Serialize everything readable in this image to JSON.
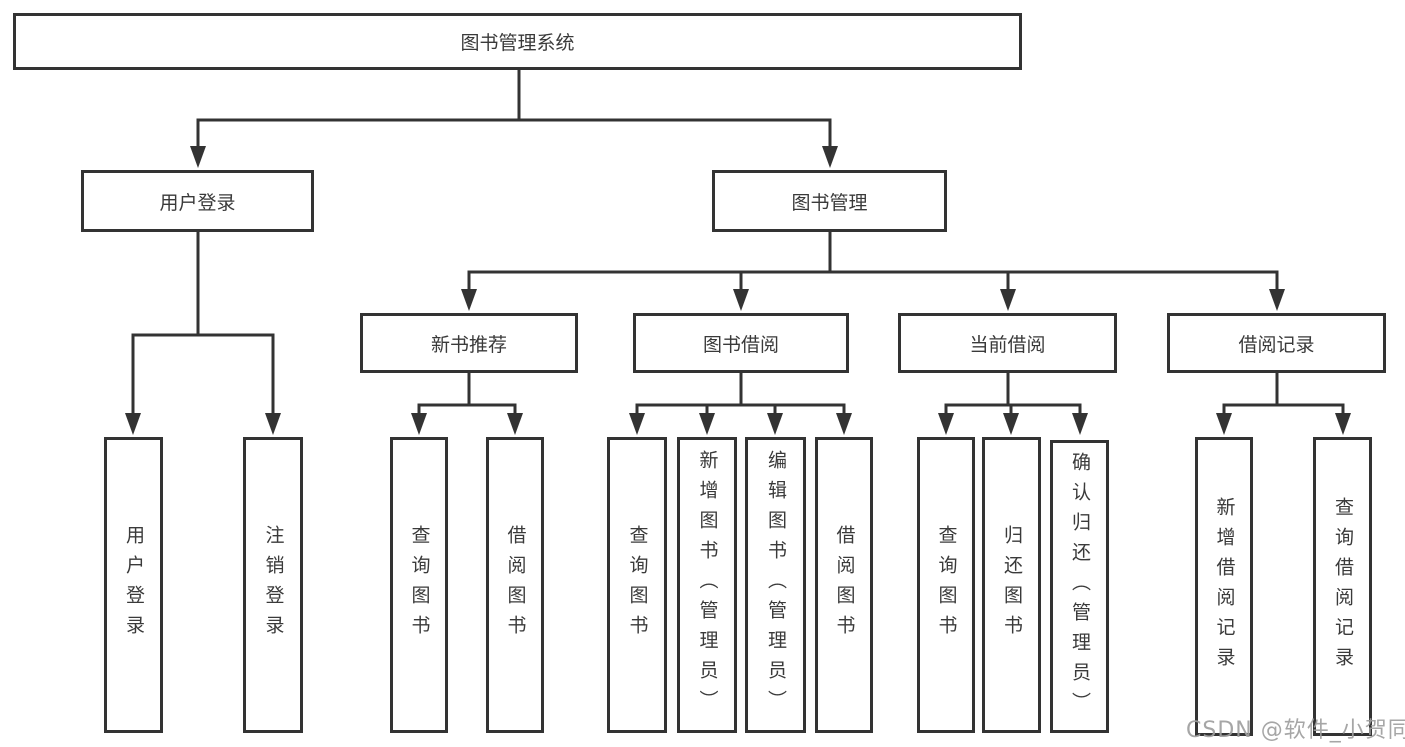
{
  "diagram_title": "图书管理系统",
  "tree": {
    "root": {
      "label": "图书管理系统",
      "children": [
        {
          "label": "用户登录",
          "children": [
            {
              "label": "用户登录"
            },
            {
              "label": "注销登录"
            }
          ]
        },
        {
          "label": "图书管理",
          "children": [
            {
              "label": "新书推荐",
              "children": [
                {
                  "label": "查询图书"
                },
                {
                  "label": "借阅图书"
                }
              ]
            },
            {
              "label": "图书借阅",
              "children": [
                {
                  "label": "查询图书"
                },
                {
                  "label": "新增图书（管理员）"
                },
                {
                  "label": "编辑图书（管理员）"
                },
                {
                  "label": "借阅图书"
                }
              ]
            },
            {
              "label": "当前借阅",
              "children": [
                {
                  "label": "查询图书"
                },
                {
                  "label": "归还图书"
                },
                {
                  "label": "确认归还（管理员）"
                }
              ]
            },
            {
              "label": "借阅记录",
              "children": [
                {
                  "label": "新增借阅记录"
                },
                {
                  "label": "查询借阅记录"
                }
              ]
            }
          ]
        }
      ]
    }
  },
  "watermark": "CSDN @软件_小贺同学",
  "colors": {
    "line": "#333333",
    "box_border": "#333333",
    "text": "#3a3a3a",
    "watermark": "#9e9e9e",
    "background": "#ffffff"
  }
}
